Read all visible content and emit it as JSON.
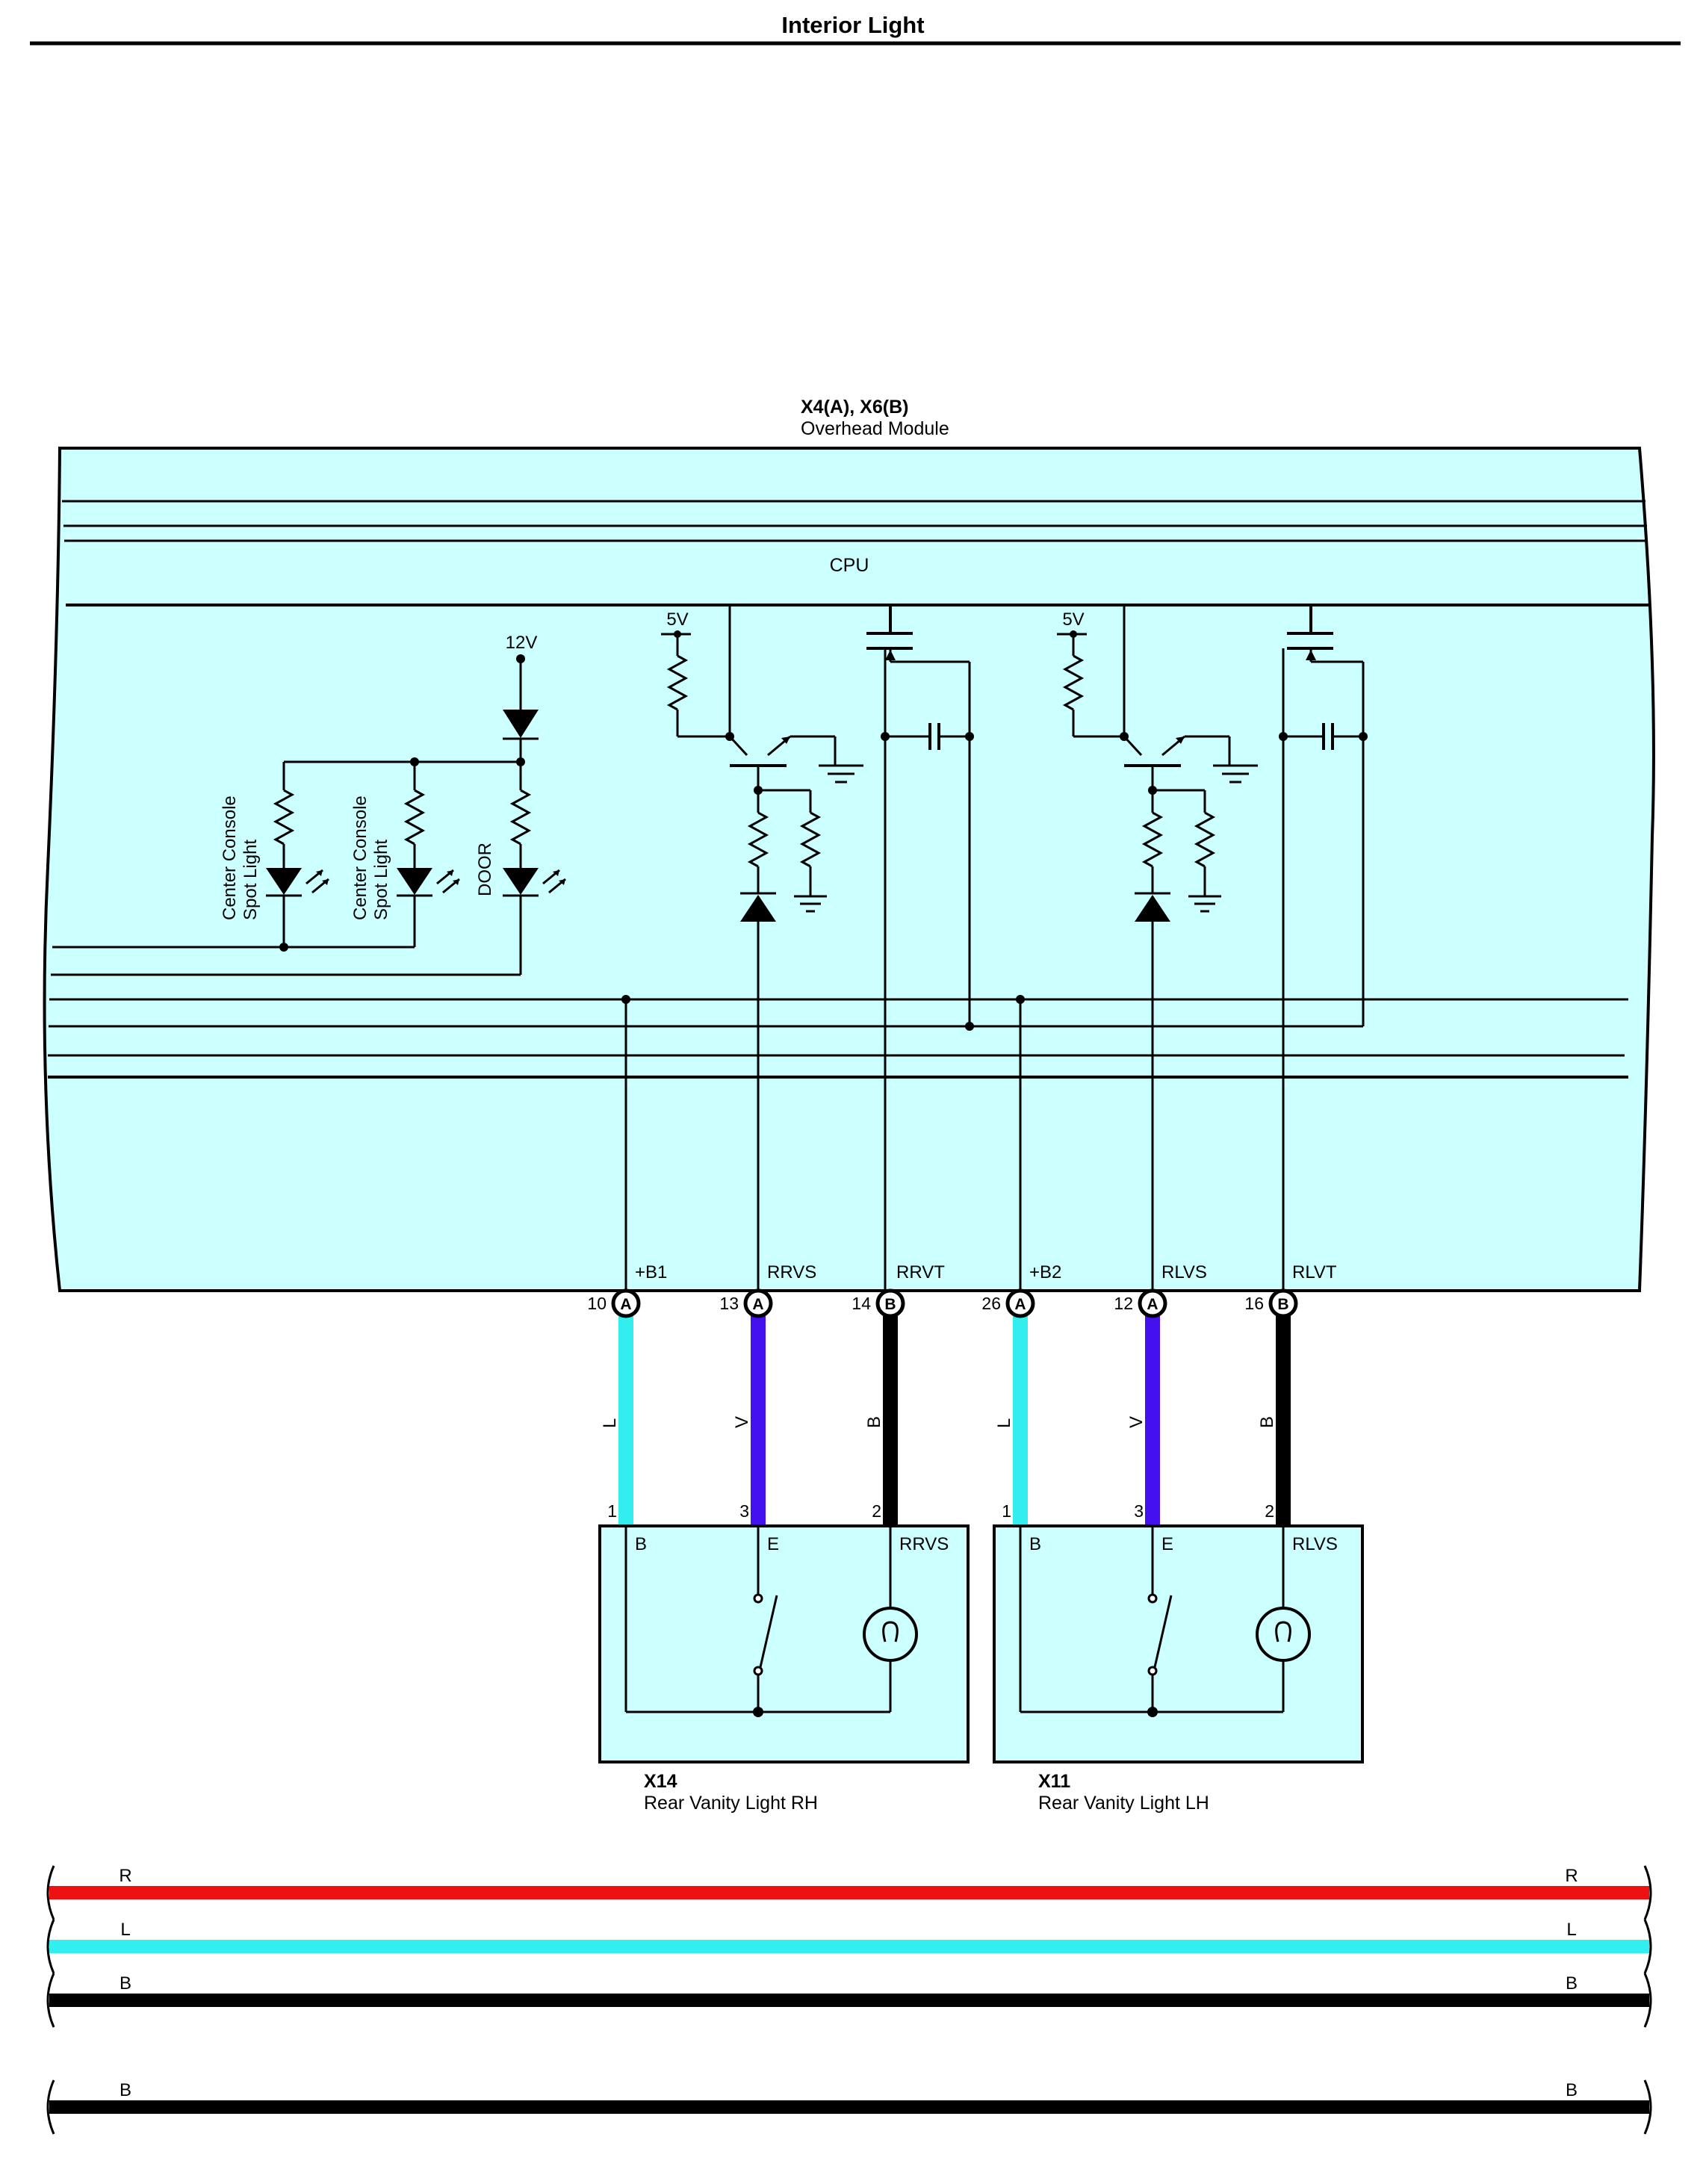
{
  "page": {
    "title": "Interior Light"
  },
  "overhead_module": {
    "connector_ids": "X4(A), X6(B)",
    "name": "Overhead Module",
    "cpu_label": "CPU",
    "supply_12v": "12V",
    "supply_5v_right": "5V",
    "supply_5v_left": "5V",
    "led_labels": {
      "console_1_line1": "Center Console",
      "console_1_line2": "Spot Light",
      "console_2_line1": "Center Console",
      "console_2_line2": "Spot Light",
      "door": "DOOR"
    },
    "terminals": [
      {
        "signal": "+B1",
        "pin": "10",
        "connector": "A",
        "wire_color_code": "L",
        "wire_color": "#33eeee"
      },
      {
        "signal": "RRVS",
        "pin": "13",
        "connector": "A",
        "wire_color_code": "V",
        "wire_color": "#4411ee"
      },
      {
        "signal": "RRVT",
        "pin": "14",
        "connector": "B",
        "wire_color_code": "B",
        "wire_color": "#000000"
      },
      {
        "signal": "+B2",
        "pin": "26",
        "connector": "A",
        "wire_color_code": "L",
        "wire_color": "#33eeee"
      },
      {
        "signal": "RLVS",
        "pin": "12",
        "connector": "A",
        "wire_color_code": "V",
        "wire_color": "#4411ee"
      },
      {
        "signal": "RLVT",
        "pin": "16",
        "connector": "B",
        "wire_color_code": "B",
        "wire_color": "#000000"
      }
    ]
  },
  "vanity_rh": {
    "id": "X14",
    "name": "Rear Vanity Light RH",
    "pins": [
      "1",
      "3",
      "2"
    ],
    "terminals": [
      "B",
      "E",
      "RRVS"
    ]
  },
  "vanity_lh": {
    "id": "X11",
    "name": "Rear Vanity Light LH",
    "pins": [
      "1",
      "3",
      "2"
    ],
    "terminals": [
      "B",
      "E",
      "RLVS"
    ]
  },
  "harness_lines": [
    {
      "code": "R",
      "color": "#ee1111"
    },
    {
      "code": "L",
      "color": "#33eeee"
    },
    {
      "code": "B",
      "color": "#000000"
    },
    {
      "code": "B",
      "color": "#000000"
    }
  ],
  "colors": {
    "module_fill": "#ccffff",
    "wire_L": "#33eeee",
    "wire_V": "#4411ee",
    "wire_B": "#000000",
    "wire_R": "#ee1111"
  }
}
